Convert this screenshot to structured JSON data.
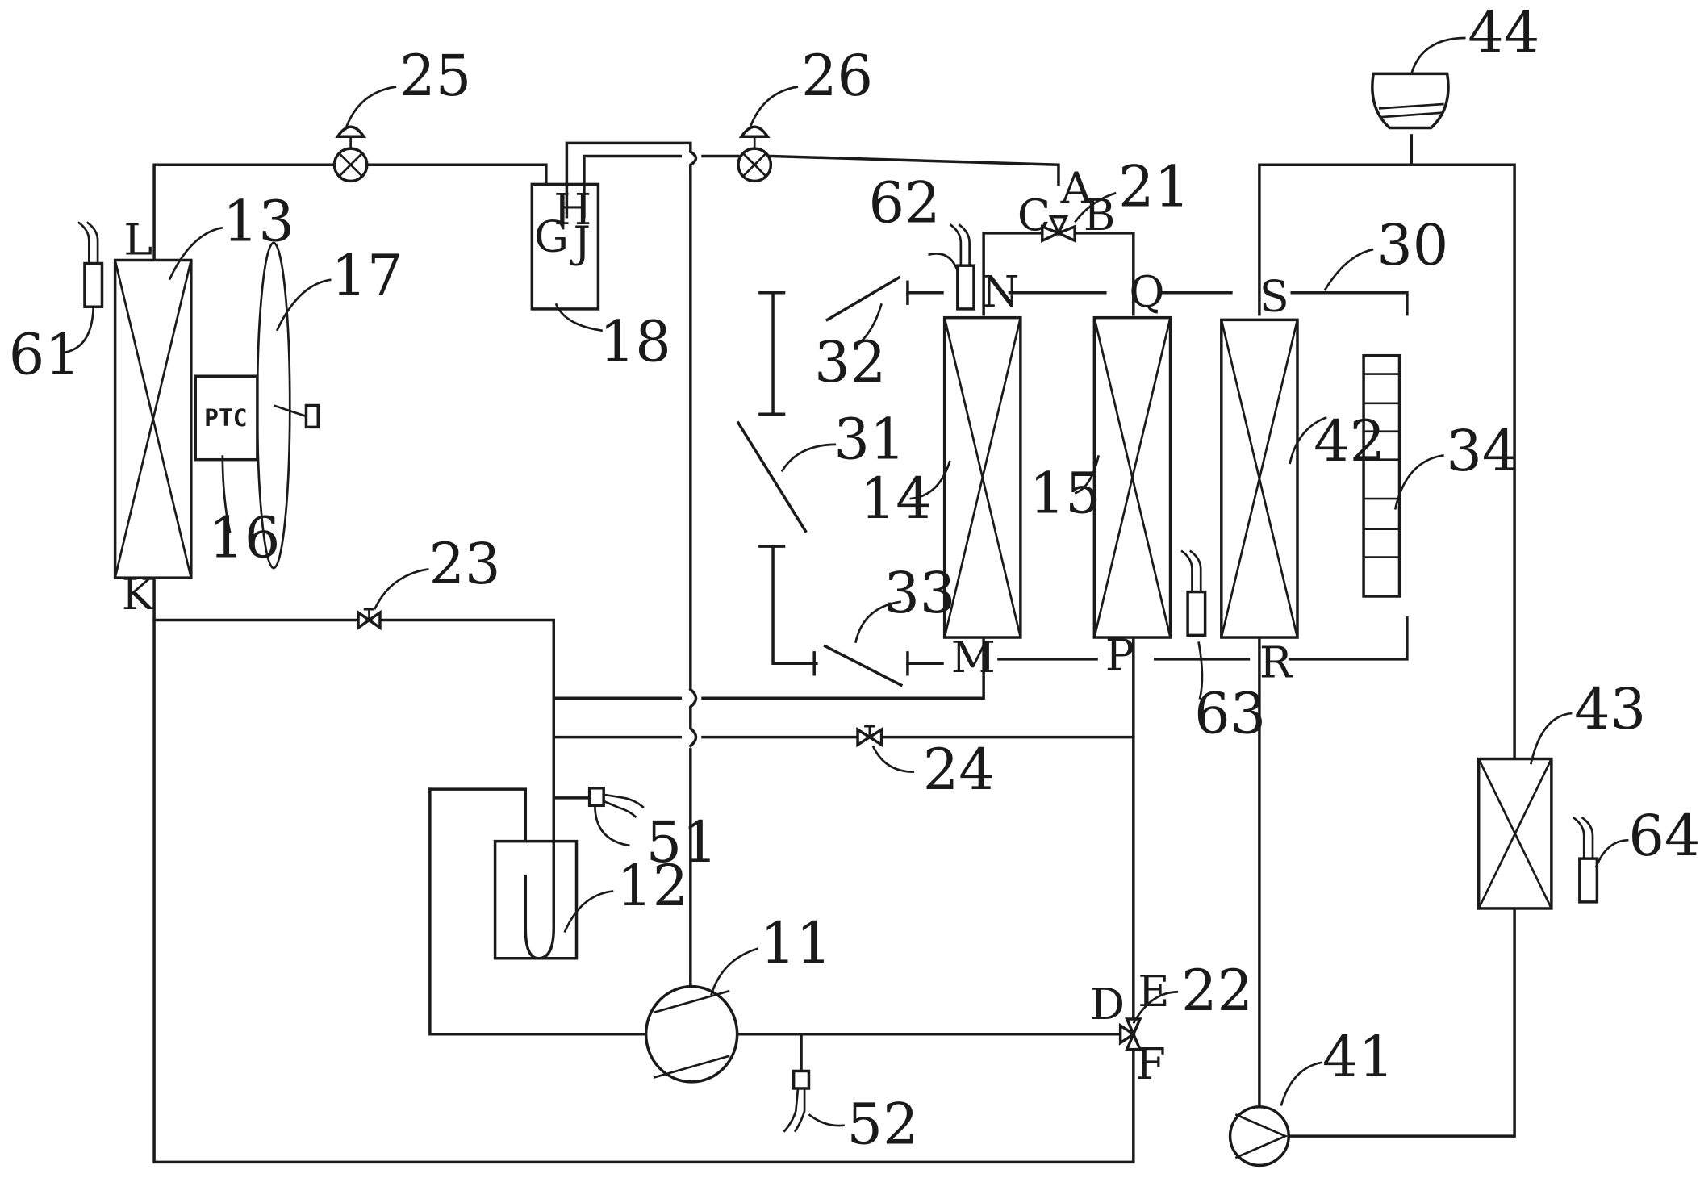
{
  "ptc_label": "PTC",
  "numbers": {
    "n11": "11",
    "n12": "12",
    "n13": "13",
    "n14": "14",
    "n15": "15",
    "n16": "16",
    "n17": "17",
    "n18": "18",
    "n21": "21",
    "n22": "22",
    "n23": "23",
    "n24": "24",
    "n25": "25",
    "n26": "26",
    "n30": "30",
    "n31": "31",
    "n32": "32",
    "n33": "33",
    "n34": "34",
    "n41": "41",
    "n42": "42",
    "n43": "43",
    "n44": "44",
    "n51": "51",
    "n52": "52",
    "n61": "61",
    "n62": "62",
    "n63": "63",
    "n64": "64"
  },
  "ports": {
    "A": "A",
    "B": "B",
    "C": "C",
    "D": "D",
    "E": "E",
    "F": "F",
    "G": "G",
    "H": "H",
    "J": "J",
    "K": "K",
    "L": "L",
    "M": "M",
    "N": "N",
    "P": "P",
    "Q": "Q",
    "R": "R",
    "S": "S"
  }
}
